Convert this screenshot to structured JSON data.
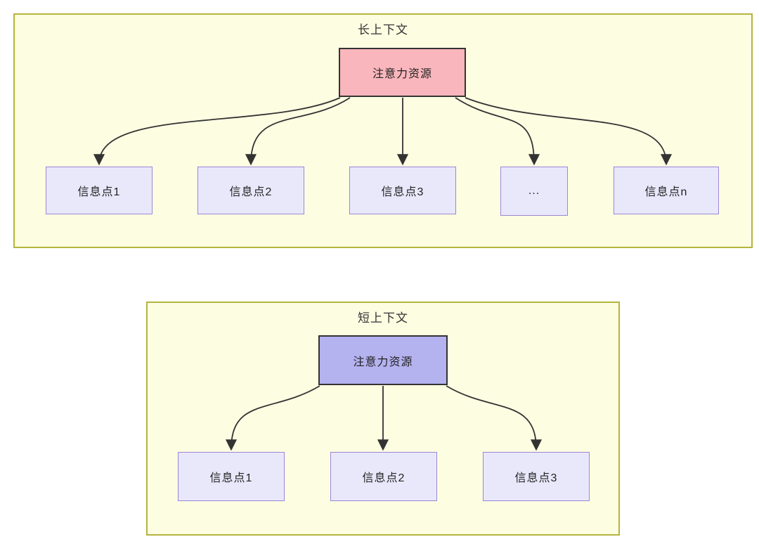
{
  "long_context": {
    "title": "长上下文",
    "attention": {
      "label": "注意力资源",
      "fill": "#f9b6bc"
    },
    "nodes": [
      {
        "label": "信息点1"
      },
      {
        "label": "信息点2"
      },
      {
        "label": "信息点3"
      },
      {
        "label": "..."
      },
      {
        "label": "信息点n"
      }
    ]
  },
  "short_context": {
    "title": "短上下文",
    "attention": {
      "label": "注意力资源",
      "fill": "#b5b2f0"
    },
    "nodes": [
      {
        "label": "信息点1"
      },
      {
        "label": "信息点2"
      },
      {
        "label": "信息点3"
      }
    ]
  },
  "colors": {
    "page_background": "#ffffff",
    "container_fill": "#fdfde2",
    "container_border": "#b5b53e",
    "node_fill": "#e9e8fb",
    "node_border": "#9b86d8",
    "attention_border": "#333333",
    "arrow": "#333333",
    "text": "#222222"
  }
}
